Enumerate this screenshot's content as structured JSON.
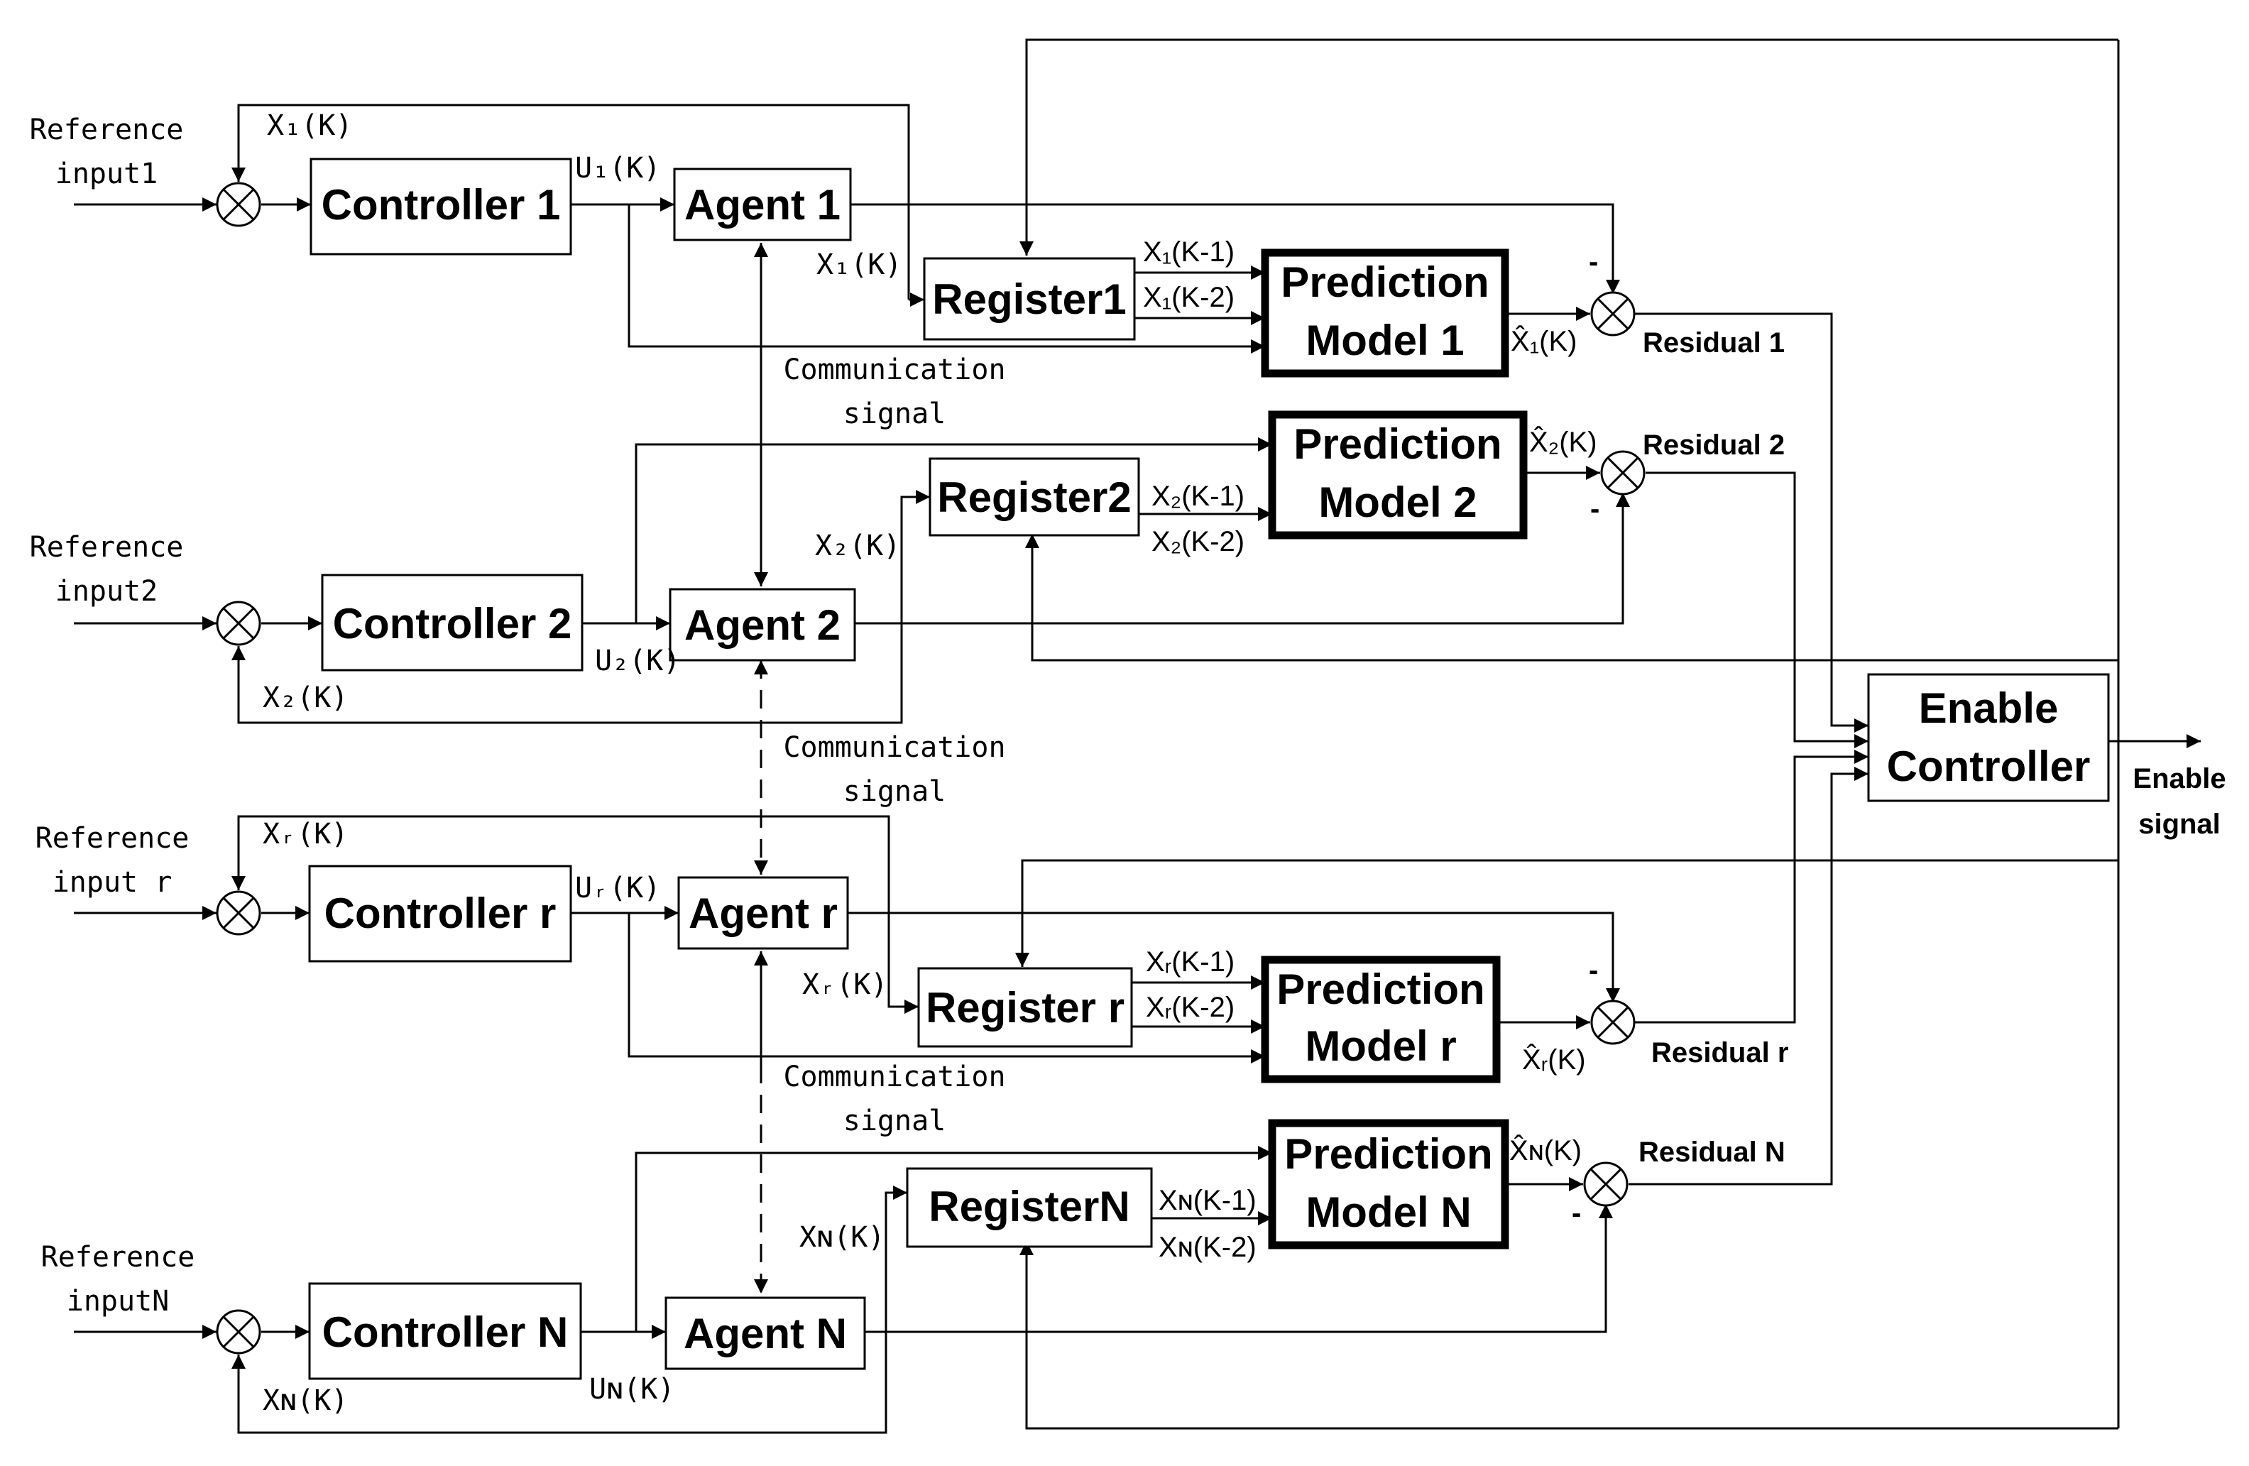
{
  "diagram": {
    "controllers": [
      "Controller 1",
      "Controller 2",
      "Controller r",
      "Controller N"
    ],
    "agents": [
      "Agent 1",
      "Agent 2",
      "Agent r",
      "Agent N"
    ],
    "registers": [
      "Register1",
      "Register2",
      "Register r",
      "RegisterN"
    ],
    "prediction_models": [
      {
        "line1": "Prediction",
        "line2": "Model 1"
      },
      {
        "line1": "Prediction",
        "line2": "Model 2"
      },
      {
        "line1": "Prediction",
        "line2": "Model r"
      },
      {
        "line1": "Prediction",
        "line2": "Model N"
      }
    ],
    "enable_controller": {
      "line1": "Enable",
      "line2": "Controller"
    },
    "reference_inputs": [
      {
        "line1": "Reference",
        "line2": "input1"
      },
      {
        "line1": "Reference",
        "line2": "input2"
      },
      {
        "line1": "Reference",
        "line2": "input r"
      },
      {
        "line1": "Reference",
        "line2": "inputN"
      }
    ],
    "control_signals": [
      "U₁(K)",
      "U₂(K)",
      "Uᵣ(K)",
      "Uɴ(K)"
    ],
    "state_feedback": [
      "X₁(K)",
      "X₂(K)",
      "Xᵣ(K)",
      "Xɴ(K)"
    ],
    "register_outputs": [
      {
        "a": "X₁(K-1)",
        "b": "X₁(K-2)"
      },
      {
        "a": "X₂(K-1)",
        "b": "X₂(K-2)"
      },
      {
        "a": "Xᵣ(K-1)",
        "b": "Xᵣ(K-2)"
      },
      {
        "a": "Xɴ(K-1)",
        "b": "Xɴ(K-2)"
      }
    ],
    "predicted": [
      "X̂₁(K)",
      "X̂₂(K)",
      "X̂ᵣ(K)",
      "X̂ɴ(K)"
    ],
    "residuals": [
      "Residual 1",
      "Residual 2",
      "Residual r",
      "Residual N"
    ],
    "minus_sign": "-",
    "communication": {
      "line1": "Communication",
      "line2": "signal"
    },
    "enable_signal": {
      "line1": "Enable",
      "line2": "signal"
    }
  }
}
